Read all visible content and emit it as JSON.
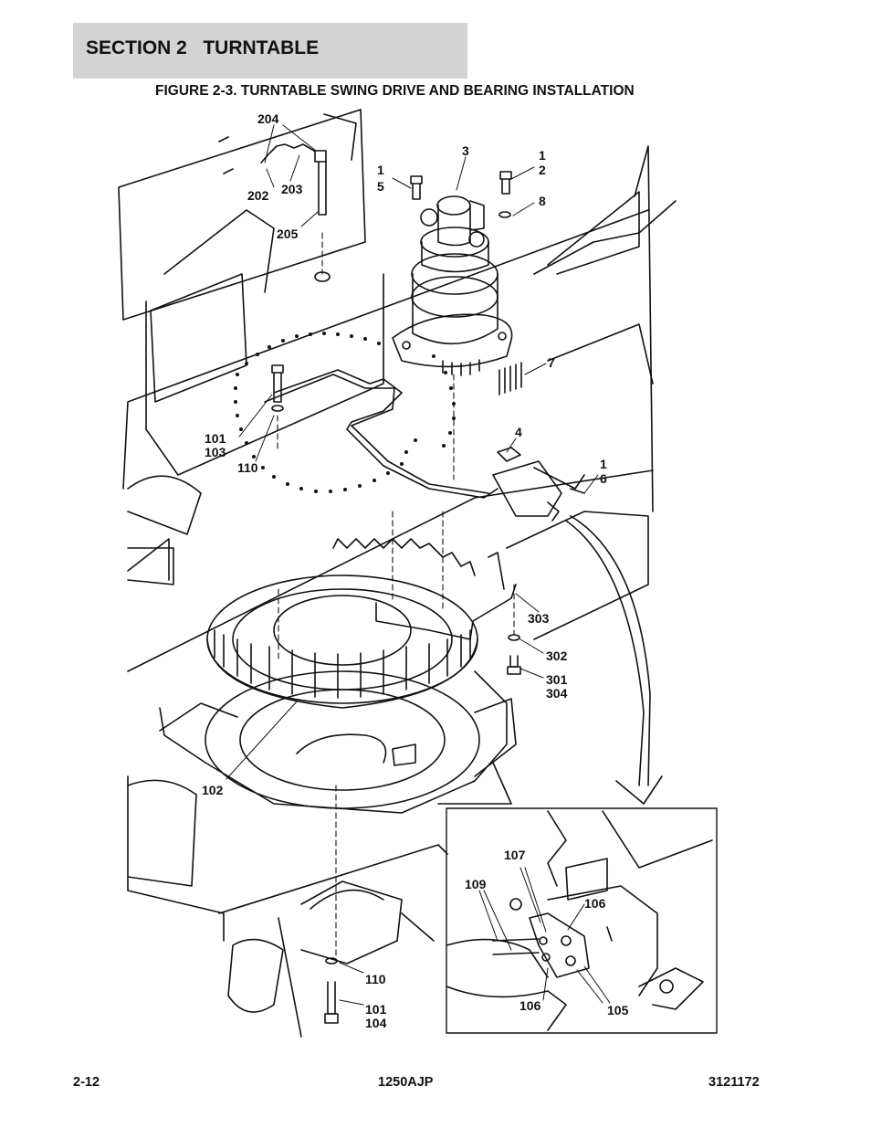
{
  "header": {
    "section_title": "SECTION 2   TURNTABLE",
    "figure_title": "FIGURE 2-3. TURNTABLE SWING DRIVE AND BEARING INSTALLATION"
  },
  "callouts": {
    "c204": "204",
    "c202": "202",
    "c203": "203",
    "c205": "205",
    "c3": "3",
    "c1a": "1",
    "c5": "5",
    "c1b": "1",
    "c2": "2",
    "c8": "8",
    "c7": "7",
    "c4": "4",
    "c1c": "1",
    "c6": "6",
    "c101a": "101",
    "c103": "103",
    "c110a": "110",
    "c303": "303",
    "c302": "302",
    "c301": "301",
    "c304": "304",
    "c102": "102",
    "c110b": "110",
    "c101b": "101",
    "c104": "104"
  },
  "inset_callouts": {
    "c107": "107",
    "c109": "109",
    "c106a": "106",
    "c106b": "106",
    "c105": "105"
  },
  "footer": {
    "page_number": "2-12",
    "model": "1250AJP",
    "doc_number": "3121172"
  }
}
